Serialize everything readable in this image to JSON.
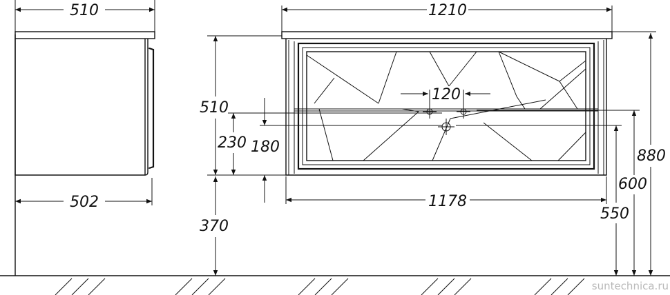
{
  "dimensions": {
    "side_top_width": "510",
    "side_bottom_width": "502",
    "front_top_width": "1210",
    "front_bottom_width": "1178",
    "height": "510",
    "drain_height": "230",
    "hole_height": "180",
    "hole_spacing": "120",
    "floor_clearance": "370",
    "overall_height": "880",
    "height_600": "600",
    "height_550": "550"
  },
  "watermark": "suntechnica.ru",
  "colors": {
    "line": "#111111",
    "watermark": "#b9b9b9"
  }
}
